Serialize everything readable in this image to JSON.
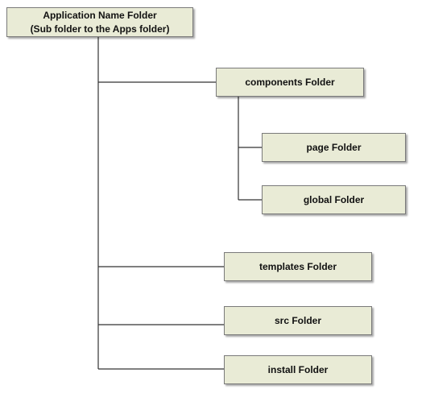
{
  "diagram": {
    "root": {
      "line1": "Application Name Folder",
      "line2": "(Sub folder to the Apps folder)"
    },
    "nodes": {
      "components": "components Folder",
      "page": "page Folder",
      "global": "global Folder",
      "templates": "templates Folder",
      "src": "src Folder",
      "install": "install Folder"
    },
    "colors": {
      "box_fill": "#e9ebd6",
      "box_border": "#7a7a7a",
      "connector": "#333333"
    }
  }
}
